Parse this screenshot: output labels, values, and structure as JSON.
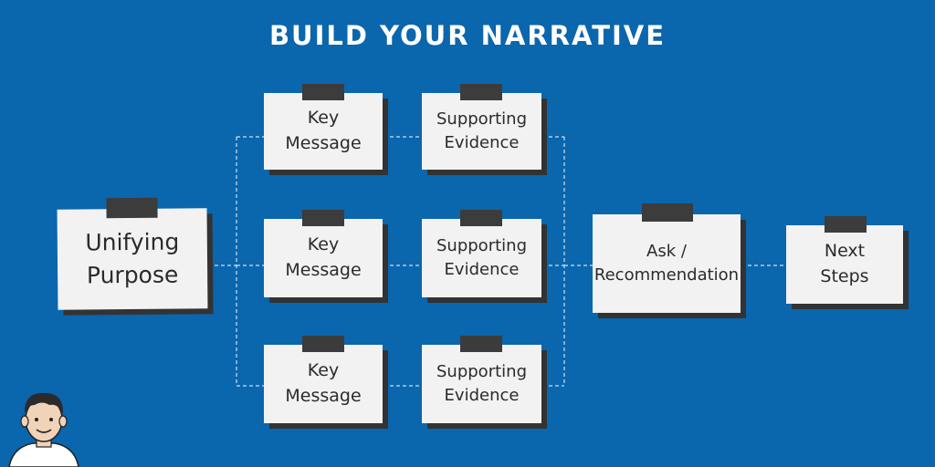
{
  "title": "BUILD YOUR NARRATIVE",
  "notes": {
    "unifying_purpose": "Unifying\nPurpose",
    "key_message_1": "Key\nMessage",
    "key_message_2": "Key\nMessage",
    "key_message_3": "Key\nMessage",
    "supporting_evidence_1": "Supporting\nEvidence",
    "supporting_evidence_2": "Supporting\nEvidence",
    "supporting_evidence_3": "Supporting\nEvidence",
    "ask_recommendation": "Ask /\nRecommendation",
    "next_steps": "Next\nSteps"
  },
  "colors": {
    "background": "#0a66ad",
    "note": "#f2f2f2",
    "tape": "#3c3c3c",
    "shadow": "#333333",
    "connector": "#cfe0f0"
  },
  "icons": {
    "avatar": "person-avatar-icon"
  }
}
